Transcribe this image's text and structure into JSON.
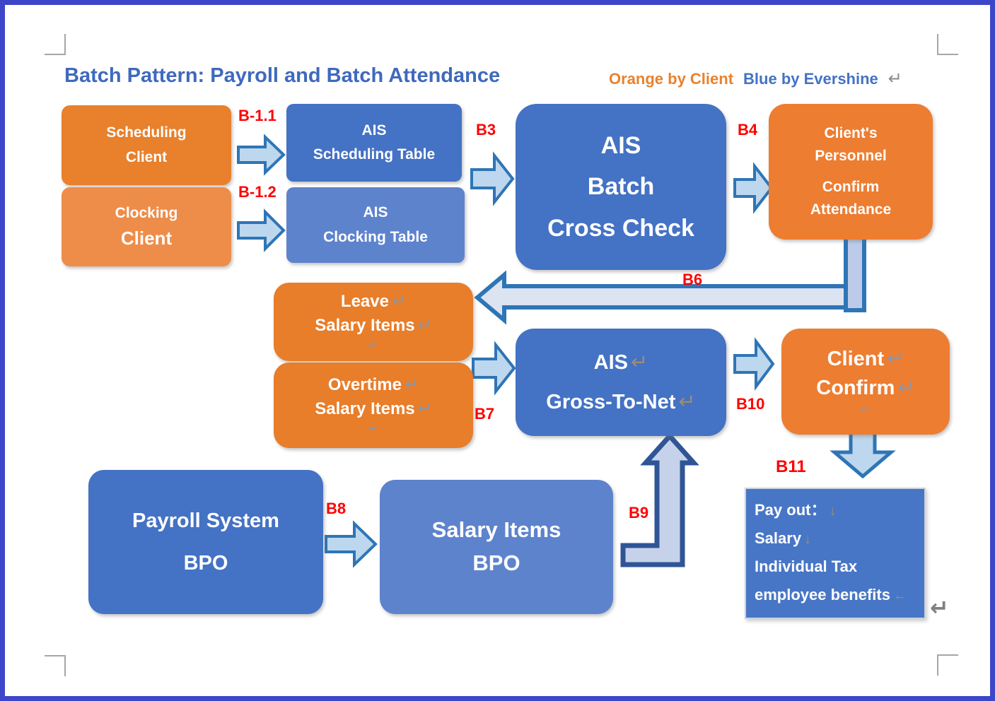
{
  "page": {
    "title": "Batch Pattern: Payroll and Batch Attendance",
    "legend": {
      "orange": "Orange by Client",
      "blue": "Blue by Evershine"
    }
  },
  "marks": {
    "return": "↵",
    "down": "↓",
    "left": "←"
  },
  "colors": {
    "client_orange": "#e8802c",
    "client_orange_light": "#ee8d49",
    "evershine_blue": "#4472c4",
    "evershine_blue_light": "#5e83cd",
    "arrow_fill": "#bdd7ee",
    "arrow_stroke": "#2e75b6",
    "elbow_stroke_dark": "#2f5597",
    "label_red": "#ff0000"
  },
  "labels": {
    "b1_1": "B-1.1",
    "b1_2": "B-1.2",
    "b3": "B3",
    "b4": "B4",
    "b6": "B6",
    "b7": "B7",
    "b8": "B8",
    "b9": "B9",
    "b10": "B10",
    "b11": "B11"
  },
  "nodes": {
    "scheduling_client": {
      "line1": "Scheduling",
      "line2": "Client"
    },
    "clocking_client": {
      "line1": "Clocking",
      "line2": "Client"
    },
    "ais_scheduling_table": {
      "line1": "AIS",
      "line2": "Scheduling Table"
    },
    "ais_clocking_table": {
      "line1": "AIS",
      "line2": "Clocking Table"
    },
    "ais_batch_cross_check": {
      "line1": "AIS",
      "line2": "Batch",
      "line3": "Cross Check"
    },
    "clients_personnel": {
      "line1": "Client's",
      "line2": "Personnel",
      "line3": "Confirm",
      "line4": "Attendance"
    },
    "leave_salary_items": {
      "line1": "Leave",
      "line2": "Salary Items"
    },
    "overtime_salary_items": {
      "line1": "Overtime",
      "line2": "Salary Items"
    },
    "ais_gross_to_net": {
      "line1": "AIS",
      "line2": "Gross-To-Net"
    },
    "client_confirm": {
      "line1": "Client",
      "line2": "Confirm"
    },
    "payroll_system_bpo": {
      "line1": "Payroll System",
      "line2": "BPO"
    },
    "salary_items_bpo": {
      "line1": "Salary Items",
      "line2": "BPO"
    },
    "pay_out": {
      "line1": "Pay out：",
      "line2": "Salary",
      "line3": "Individual Tax",
      "line4": "employee benefits"
    }
  }
}
